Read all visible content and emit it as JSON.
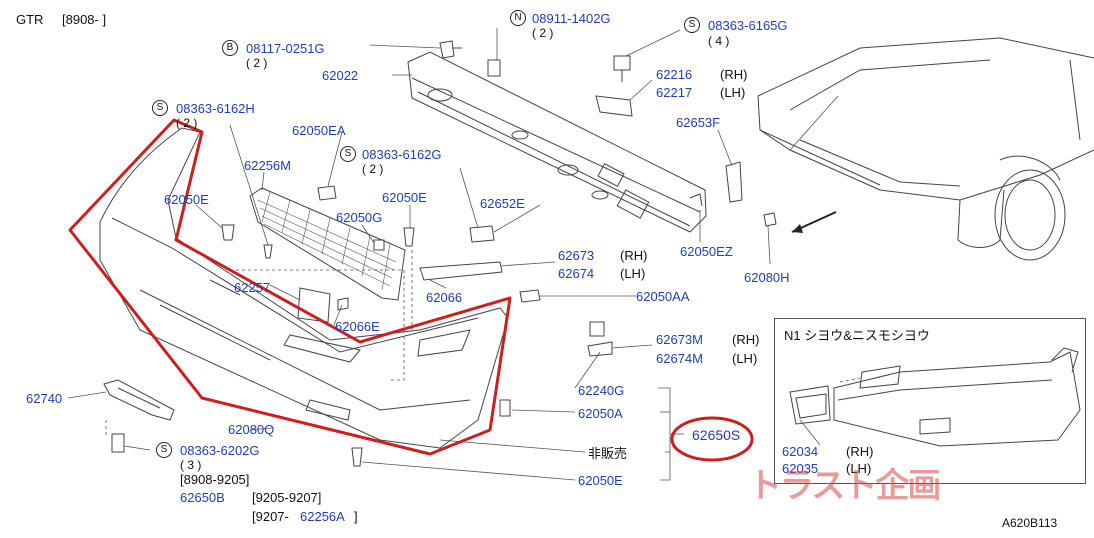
{
  "header": {
    "model": "GTR",
    "range": "[8908-                    ]"
  },
  "callouts": [
    {
      "id": "c1",
      "badge": "N",
      "part": "08911-1402G",
      "qty": "( 2 )"
    },
    {
      "id": "c2",
      "badge": "S",
      "part": "08363-6165G",
      "qty": "( 4 )"
    },
    {
      "id": "c3",
      "badge": "B",
      "part": "08117-0251G",
      "qty": "( 2 )"
    },
    {
      "id": "c4",
      "badge": "S",
      "part": "08363-6162H",
      "qty": "( 2 )"
    },
    {
      "id": "c5",
      "badge": "S",
      "part": "08363-6162G",
      "qty": "( 2 )"
    },
    {
      "id": "c6",
      "badge": "S",
      "part": "08363-6202G",
      "qty": "( 3 )"
    }
  ],
  "parts": {
    "p62022": "62022",
    "p62216": "62216",
    "rh1": "(RH)",
    "p62217": "62217",
    "lh1": "(LH)",
    "p62653F": "62653F",
    "p62050EA": "62050EA",
    "p62256M": "62256M",
    "p62050E_a": "62050E",
    "p62050E_b": "62050E",
    "p62050G": "62050G",
    "p62652E": "62652E",
    "p62050EZ": "62050EZ",
    "p62080H": "62080H",
    "p62673": "62673",
    "rh2": "(RH)",
    "p62674": "62674",
    "lh2": "(LH)",
    "p62257": "62257",
    "p62066": "62066",
    "p62050AA": "62050AA",
    "p62066E": "62066E",
    "p62673M": "62673M",
    "rh3": "(RH)",
    "p62674M": "62674M",
    "lh3": "(LH)",
    "p62240G": "62240G",
    "p62050A": "62050A",
    "p62650S": "62650S",
    "hihanbai": "非販売",
    "p62050E_c": "62050E",
    "p62740": "62740",
    "p62080Q": "62080Q"
  },
  "bottom_notes": {
    "range1": "[8908-9205]",
    "p62650B": "62650B",
    "range2": "[9205-9207]",
    "range3": "[9207-",
    "p62256A": "62256A",
    "range3_close": "]"
  },
  "inset": {
    "title": "N1 シヨウ&ニスモシヨウ",
    "p62034": "62034",
    "rh": "(RH)",
    "p62035": "62035",
    "lh": "(LH)"
  },
  "diagram_code": "A620B113",
  "watermark": "トラスト企画",
  "colors": {
    "label_blue": "#1f3fb4",
    "highlight_red": "#cc1f1f",
    "line": "#333333"
  }
}
